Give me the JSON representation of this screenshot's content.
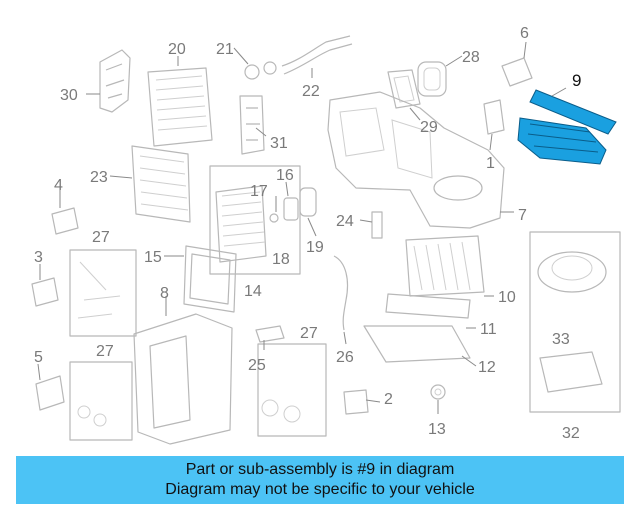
{
  "callouts": [
    "1",
    "2",
    "3",
    "4",
    "5",
    "6",
    "7",
    "8",
    "9",
    "10",
    "11",
    "12",
    "13",
    "14",
    "15",
    "16",
    "17",
    "18",
    "19",
    "20",
    "21",
    "22",
    "23",
    "24",
    "25",
    "26",
    "27",
    "28",
    "29",
    "30",
    "31",
    "32",
    "33"
  ],
  "colors": {
    "banner": "#4cc3f5",
    "highlight_part": "#1aa0e0",
    "line": "#b8b8b8"
  },
  "banner": {
    "line1": "Part or sub-assembly is #9 in diagram",
    "line2": "Diagram may not be specific to your vehicle"
  }
}
